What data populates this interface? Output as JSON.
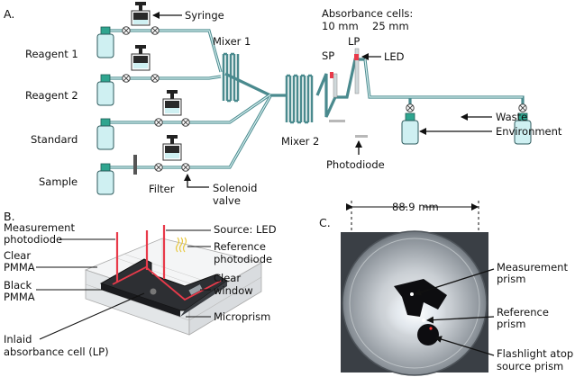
{
  "panel_a": {
    "label": "A.",
    "syringe": "Syringe",
    "absorbance_title": "Absorbance cells:",
    "len_10": "10 mm",
    "len_25": "25  mm",
    "sp": "SP",
    "lp": "LP",
    "led": "LED",
    "reagent1": "Reagent 1",
    "reagent2": "Reagent 2",
    "standard": "Standard",
    "sample": "Sample",
    "mixer1": "Mixer 1",
    "mixer2": "Mixer 2",
    "filter": "Filter",
    "solenoid_line1": "Solenoid",
    "solenoid_line2": "valve",
    "photodiode": "Photodiode",
    "waste": "Waste",
    "environment": "Environment"
  },
  "panel_b": {
    "label": "B.",
    "meas_pd_1": "Measurement",
    "meas_pd_2": "photodiode",
    "source_led": "Source: LED",
    "ref_pd_1": "Reference",
    "ref_pd_2": "photodiode",
    "clear_pmma_1": "Clear",
    "clear_pmma_2": "PMMA",
    "black_pmma_1": "Black",
    "black_pmma_2": "PMMA",
    "clear_window_1": "Clear",
    "clear_window_2": "window",
    "microprism": "Microprism",
    "inlaid_1": "Inlaid",
    "inlaid_2": "absorbance cell (LP)"
  },
  "panel_c": {
    "label": "C.",
    "dimension": "88.9 mm",
    "meas_prism_1": "Measurement",
    "meas_prism_2": "prism",
    "ref_prism_1": "Reference",
    "ref_prism_2": "prism",
    "flash_1": "Flashlight atop",
    "flash_2": "source prism"
  },
  "colors": {
    "tube": "#4a8a8e",
    "bottle_fill": "#cff0f2",
    "cap": "#2fa58f",
    "laser": "#e83a4a",
    "photo_bg": "#3a3f45"
  }
}
